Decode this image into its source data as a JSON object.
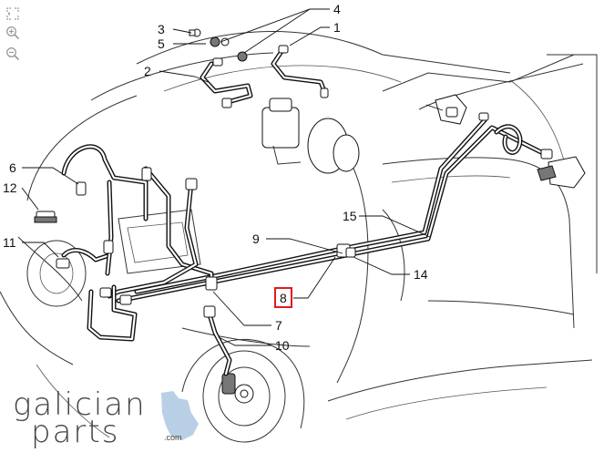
{
  "toolbar": {
    "icons": [
      "fullscreen-icon",
      "zoom-in-icon",
      "zoom-out-icon"
    ]
  },
  "callouts": {
    "c1": "1",
    "c2": "2",
    "c3": "3",
    "c4": "4",
    "c5": "5",
    "c6": "6",
    "c7": "7",
    "c8": "8",
    "c9": "9",
    "c10": "10",
    "c11": "11",
    "c12": "12",
    "c14": "14",
    "c15": "15"
  },
  "highlighted_callout": "8",
  "logo": {
    "line1": "galician",
    "line2": "parts",
    "suffix": ".com"
  },
  "colors": {
    "highlight": "#e21c1c",
    "line": "#111111",
    "logo_text": "#444444",
    "logo_map": "#b9cfe6"
  }
}
